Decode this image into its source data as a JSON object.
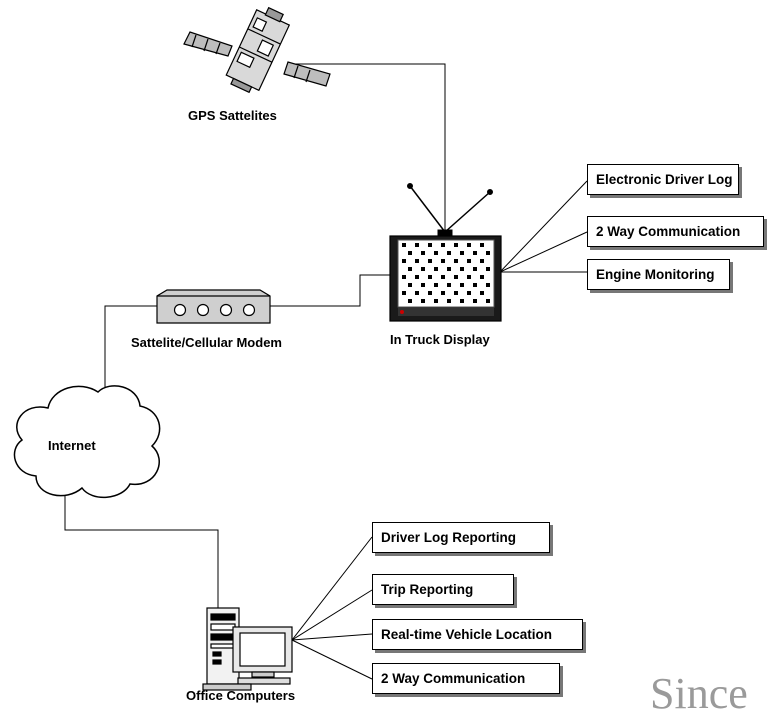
{
  "nodes": {
    "gps_label": "GPS Sattelites",
    "display_label": "In Truck Display",
    "modem_label": "Sattelite/Cellular Modem",
    "internet_label": "Internet",
    "office_label": "Office Computers"
  },
  "truck_features": [
    "Electronic Driver Log",
    "2 Way Communication",
    "Engine Monitoring"
  ],
  "office_features": [
    "Driver Log Reporting",
    "Trip Reporting",
    "Real-time Vehicle Location",
    "2 Way Communication"
  ],
  "watermark": "Since"
}
